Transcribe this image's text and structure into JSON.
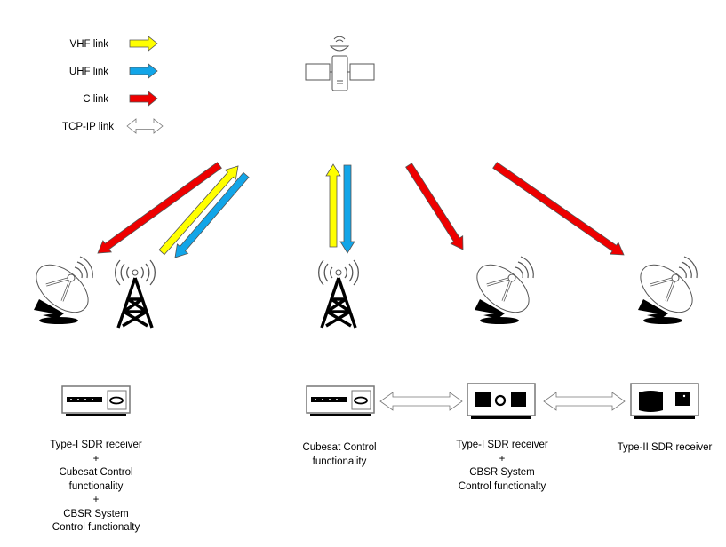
{
  "legend": {
    "items": [
      {
        "label": "VHF link",
        "color": "#ffff00",
        "type": "single"
      },
      {
        "label": "UHF link",
        "color": "#12a5e8",
        "type": "single"
      },
      {
        "label": "C link",
        "color": "#ee0000",
        "type": "single"
      },
      {
        "label": "TCP-IP link",
        "color": "#ffffff",
        "type": "double"
      }
    ]
  },
  "colors": {
    "vhf": "#ffff00",
    "uhf": "#12a5e8",
    "c": "#ee0000"
  },
  "stations": {
    "left": {
      "lines": [
        "Type-I SDR receiver",
        "+",
        "Cubesat Control",
        "functionality",
        "+",
        "CBSR System",
        "Control functionalty"
      ]
    },
    "cubesat": {
      "lines": [
        "Cubesat Control",
        "functionality"
      ]
    },
    "type1": {
      "lines": [
        "Type-I SDR receiver",
        "+",
        "CBSR System",
        "Control functionalty"
      ]
    },
    "type2": {
      "lines": [
        "Type-II SDR receiver"
      ]
    }
  }
}
